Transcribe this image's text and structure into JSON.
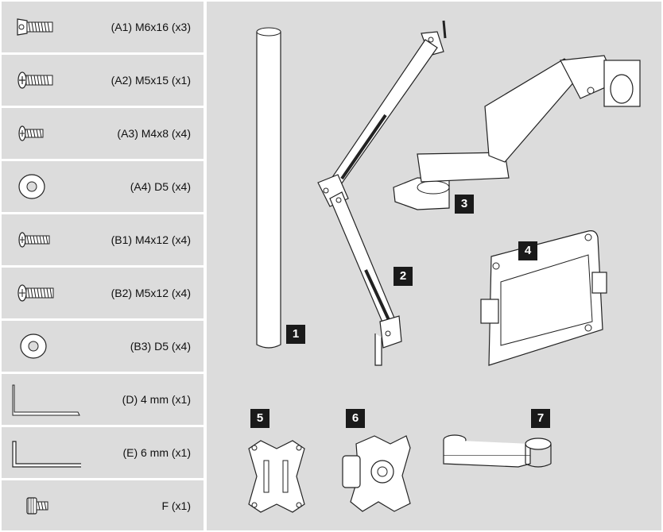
{
  "hardware": [
    {
      "label": "(A1) M6x16 (x3)",
      "icon": "countersunk-screw-icon"
    },
    {
      "label": "(A2) M5x15 (x1)",
      "icon": "phillips-screw-icon"
    },
    {
      "label": "(A3) M4x8 (x4)",
      "icon": "short-screw-icon"
    },
    {
      "label": "(A4) D5 (x4)",
      "icon": "washer-icon"
    },
    {
      "label": "(B1) M4x12 (x4)",
      "icon": "screw-icon"
    },
    {
      "label": "(B2) M5x12 (x4)",
      "icon": "screw-icon"
    },
    {
      "label": "(B3) D5 (x4)",
      "icon": "washer-icon"
    },
    {
      "label": "(D) 4 mm (x1)",
      "icon": "hex-key-icon"
    },
    {
      "label": "(E) 6 mm (x1)",
      "icon": "hex-key-icon"
    },
    {
      "label": "F (x1)",
      "icon": "thumb-screw-icon"
    }
  ],
  "parts": [
    {
      "number": "1",
      "name": "pole-icon"
    },
    {
      "number": "2",
      "name": "spring-arm-icon"
    },
    {
      "number": "3",
      "name": "gas-spring-arm-icon"
    },
    {
      "number": "4",
      "name": "laptop-tray-icon"
    },
    {
      "number": "5",
      "name": "vesa-plate-icon"
    },
    {
      "number": "6",
      "name": "tilt-vesa-head-icon"
    },
    {
      "number": "7",
      "name": "extension-arm-icon"
    }
  ]
}
